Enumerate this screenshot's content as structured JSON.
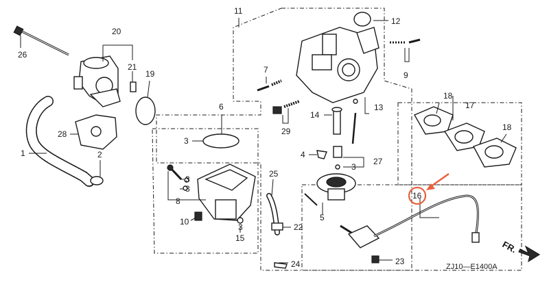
{
  "labels": {
    "p1": "1",
    "p2": "2",
    "p3a": "3",
    "p3b": "3",
    "p3c": "3",
    "p3d": "3",
    "p3e": "3",
    "p4": "4",
    "p5": "5",
    "p6": "6",
    "p7": "7",
    "p8": "8",
    "p9": "9",
    "p10": "10",
    "p11": "11",
    "p12": "12",
    "p13": "13",
    "p14": "14",
    "p15": "15",
    "p16": "16",
    "p17": "17",
    "p18a": "18",
    "p18b": "18",
    "p19": "19",
    "p20": "20",
    "p21": "21",
    "p22": "22",
    "p23": "23",
    "p24": "24",
    "p25": "25",
    "p26": "26",
    "p27": "27",
    "p28": "28",
    "p29": "29"
  },
  "diagram_code": "ZJ10—E1400A",
  "front_marker": "FR.",
  "colors": {
    "highlight": "#e8603c",
    "ink": "#1a1a1a"
  }
}
